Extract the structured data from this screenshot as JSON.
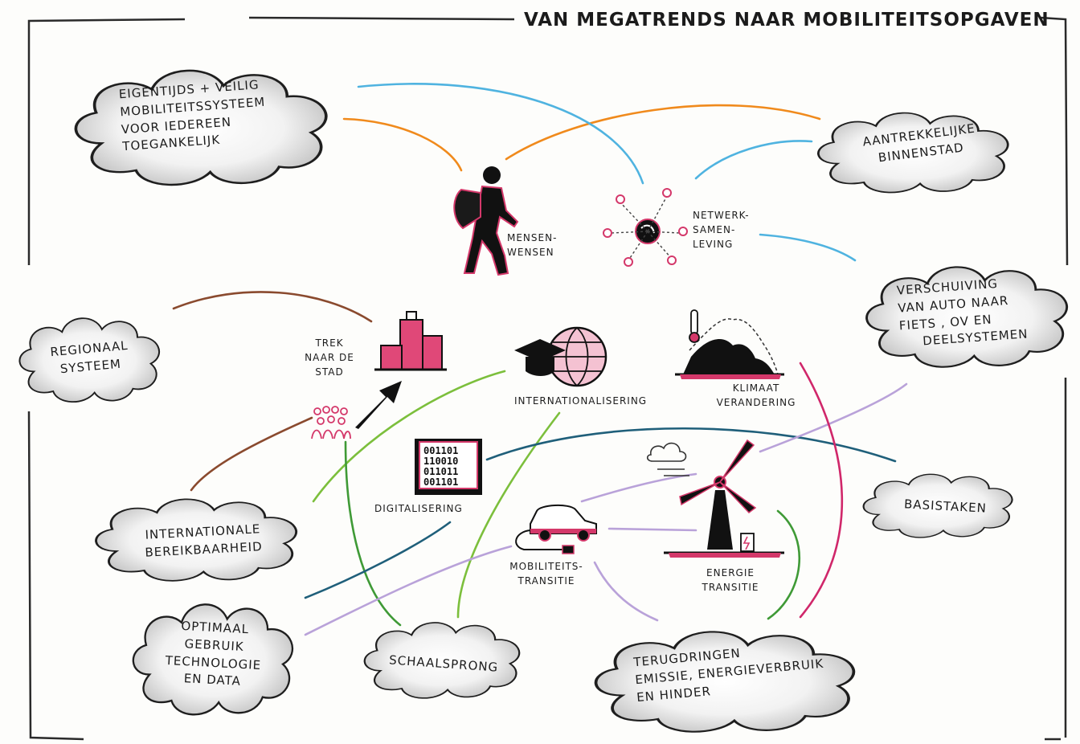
{
  "title": "VAN MEGATRENDS NAAR MOBILITEITSOPGAVEN",
  "clouds": [
    {
      "lines": [
        "EIGENTIJDS + VEILIG",
        "MOBILITEITSSYSTEEM",
        "VOOR IEDEREEN",
        "TOEGANKELIJK"
      ]
    },
    {
      "lines": [
        "AANTREKKELIJKE",
        "BINNENSTAD"
      ]
    },
    {
      "lines": [
        "VERSCHUIVING",
        "VAN AUTO NAAR",
        "FIETS , OV EN",
        "DEELSYSTEMEN"
      ]
    },
    {
      "lines": [
        "REGIONAAL",
        "SYSTEEM"
      ]
    },
    {
      "lines": [
        "BASISTAKEN"
      ]
    },
    {
      "lines": [
        "INTERNATIONALE",
        "BEREIKBAARHEID"
      ]
    },
    {
      "lines": [
        "OPTIMAAL",
        "GEBRUIK",
        "TECHNOLOGIE",
        "EN DATA"
      ]
    },
    {
      "lines": [
        "SCHAALSPRONG"
      ]
    },
    {
      "lines": [
        "TERUGDRINGEN",
        "EMISSIE, ENERGIEVERBRUIK",
        "EN HINDER"
      ]
    }
  ],
  "trends": [
    {
      "lines": [
        "MENSEN-",
        "WENSEN"
      ]
    },
    {
      "lines": [
        "NETWERK-",
        "SAMEN-",
        "LEVING"
      ]
    },
    {
      "lines": [
        "TREK",
        "NAAR DE",
        "STAD"
      ]
    },
    {
      "lines": [
        "INTERNATIONALISERING"
      ]
    },
    {
      "lines": [
        "KLIMAAT",
        "VERANDERING"
      ]
    },
    {
      "lines": [
        "DIGITALISERING"
      ]
    },
    {
      "lines": [
        "MOBILITEITS-",
        "TRANSITIE"
      ]
    },
    {
      "lines": [
        "ENERGIE",
        "TRANSITIE"
      ]
    }
  ],
  "binary_code": [
    "001101",
    "110010",
    "011011",
    "001101"
  ],
  "colors": {
    "orange": "#f08a1c",
    "blue": "#4fb3e0",
    "brown": "#8a4a2e",
    "green": "#7cbf3c",
    "darkgreen": "#3f9a36",
    "teal": "#1f5f7a",
    "lavender": "#b9a2d9",
    "magenta": "#d0276a",
    "accent": "#d4386a"
  }
}
